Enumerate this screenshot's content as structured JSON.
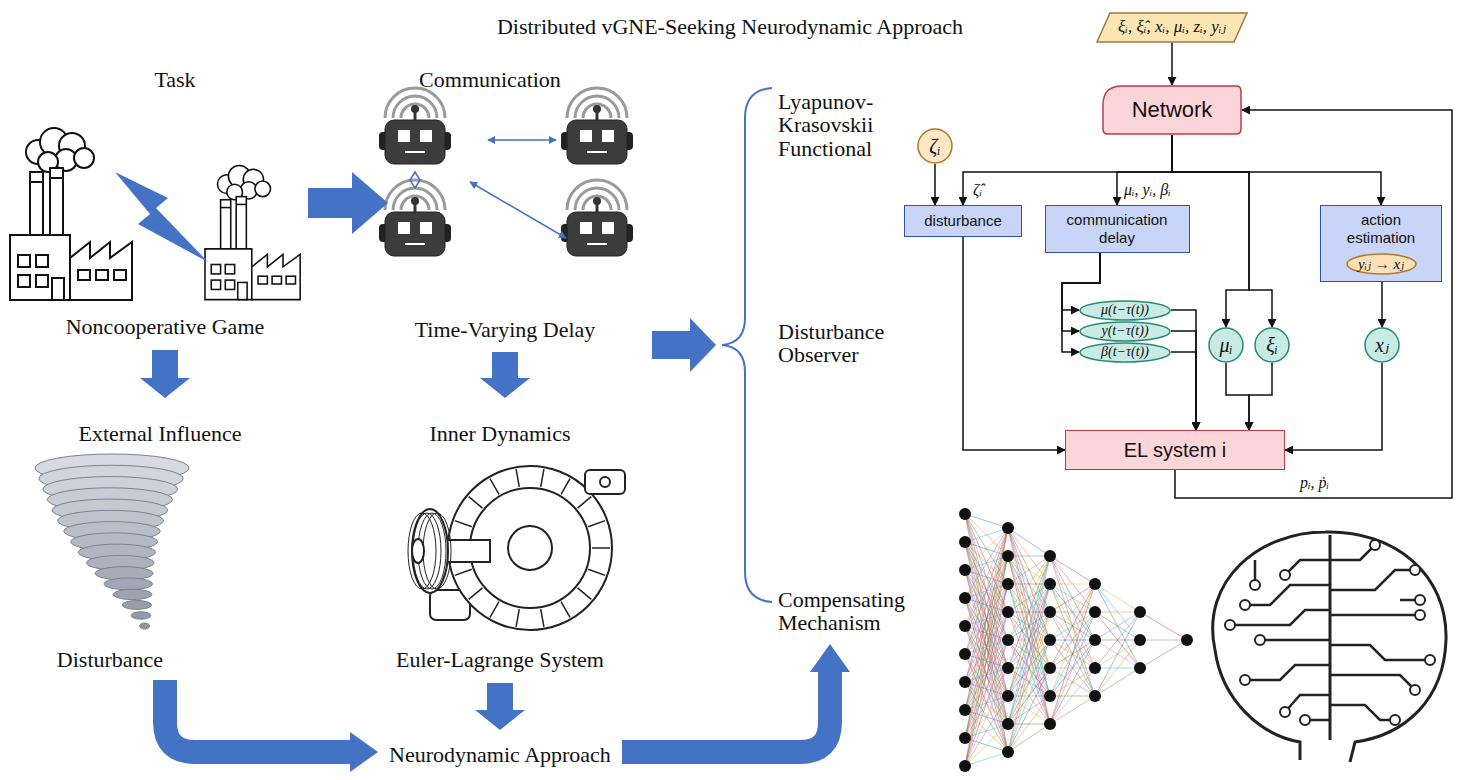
{
  "diagram": {
    "title": "Distributed vGNE-Seeking Neurodynamic Approach",
    "nodes": [
      {
        "text": [
          "ξᵢ, ξ̂ᵢ, xᵢ, μᵢ, zᵢ, yᵢⱼ"
        ]
      },
      {
        "text": [
          "Network"
        ]
      },
      {
        "text": [
          "ζᵢ"
        ]
      },
      {
        "text": [
          "disturbance"
        ]
      },
      {
        "text": [
          "communication delay"
        ]
      },
      {
        "text": [
          "action estimation"
        ]
      },
      {
        "text": [
          "yᵢⱼ → xⱼ"
        ],
        "in": 5
      },
      {
        "text": [
          "μ(t−τ(t))"
        ]
      },
      {
        "text": [
          "y(t−τ(t))"
        ]
      },
      {
        "text": [
          "β(t−τ(t))"
        ]
      },
      {
        "text": [
          "μᵢ"
        ]
      },
      {
        "text": [
          "ξᵢ"
        ]
      },
      {
        "text": [
          "xⱼ"
        ]
      },
      {
        "text": [
          "EL system i"
        ]
      }
    ],
    "edges": [
      {
        "from": 0,
        "to": 1,
        "arrow": "to"
      },
      {
        "from": 1,
        "to": 3,
        "label": "ζ̂ᵢ",
        "arrow": "to"
      },
      {
        "from": 1,
        "to": 4,
        "label": "μᵢ, yᵢ, βᵢ",
        "arrow": "to"
      },
      {
        "from": 1,
        "to": 10,
        "arrow": "to"
      },
      {
        "from": 1,
        "to": 11,
        "arrow": "to"
      },
      {
        "from": 1,
        "to": 5,
        "arrow": "to"
      },
      {
        "from": 2,
        "to": 3,
        "arrow": "to"
      },
      {
        "from": 4,
        "to": 7,
        "arrow": "to"
      },
      {
        "from": 4,
        "to": 8,
        "arrow": "to"
      },
      {
        "from": 4,
        "to": 9,
        "arrow": "to"
      },
      {
        "from": 3,
        "to": 13,
        "arrow": "to"
      },
      {
        "from": 7,
        "to": 13,
        "arrow": "to"
      },
      {
        "from": 8,
        "to": 13,
        "arrow": "to"
      },
      {
        "from": 9,
        "to": 13,
        "arrow": "to"
      },
      {
        "from": 10,
        "to": 13,
        "arrow": "to"
      },
      {
        "from": 11,
        "to": 13,
        "arrow": "to"
      },
      {
        "from": 6,
        "to": 12,
        "arrow": "to"
      },
      {
        "from": 12,
        "to": 13,
        "arrow": "to"
      },
      {
        "from": 13,
        "to": 1,
        "label": "pᵢ, ṗᵢ",
        "arrow": "to"
      }
    ],
    "labels": [
      "Task",
      "Noncooperative Game",
      "External Influence",
      "Disturbance",
      "Communication",
      "Time-Varying Delay",
      "Inner Dynamics",
      "Euler-Lagrange System",
      "Neurodynamic Approach",
      "Lyapunov-Krasovskii Functional",
      "Disturbance Observer",
      "Compensating Mechanism"
    ]
  }
}
